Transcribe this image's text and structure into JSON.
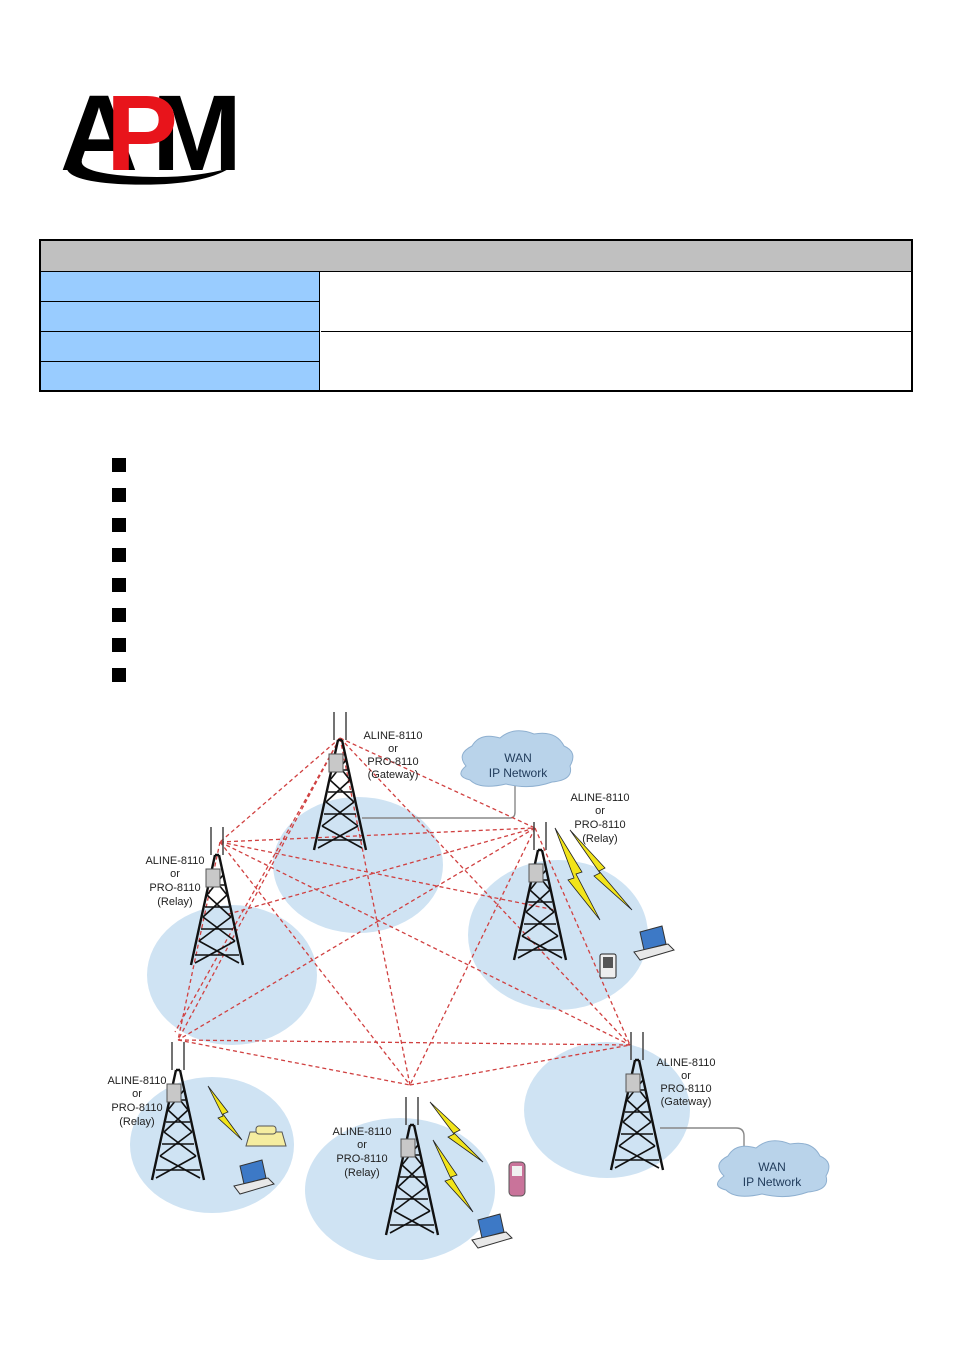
{
  "logo": {
    "text": "APM"
  },
  "spec_table": {
    "header": "",
    "rows": [
      {
        "label": "",
        "value": ""
      },
      {
        "label": "",
        "value": ""
      },
      {
        "label": "",
        "value": ""
      },
      {
        "label": "",
        "value": ""
      }
    ]
  },
  "feature_list": {
    "count": 8
  },
  "diagram": {
    "towers": [
      {
        "id": "top",
        "lines": [
          "ALINE-8110",
          "or",
          "PRO-8110",
          "(Gateway)"
        ]
      },
      {
        "id": "right-upper",
        "lines": [
          "ALINE-8110",
          "or",
          "PRO-8110",
          "(Relay)"
        ]
      },
      {
        "id": "left-upper",
        "lines": [
          "ALINE-8110",
          "or",
          "PRO-8110",
          "(Relay)"
        ]
      },
      {
        "id": "left-lower",
        "lines": [
          "ALINE-8110",
          "or",
          "PRO-8110",
          "(Relay)"
        ]
      },
      {
        "id": "bottom-center",
        "lines": [
          "ALINE-8110",
          "or",
          "PRO-8110",
          "(Relay)"
        ]
      },
      {
        "id": "right-lower",
        "lines": [
          "ALINE-8110",
          "or",
          "PRO-8110",
          "(Gateway)"
        ]
      }
    ],
    "clouds": [
      {
        "lines": [
          "WAN",
          "IP Network"
        ]
      },
      {
        "lines": [
          "WAN",
          "IP Network"
        ]
      }
    ],
    "colors": {
      "coverage": "#cfe3f3",
      "link": "#d04040",
      "lightning": "#f2e41a",
      "logo_red": "#e8141b"
    }
  }
}
